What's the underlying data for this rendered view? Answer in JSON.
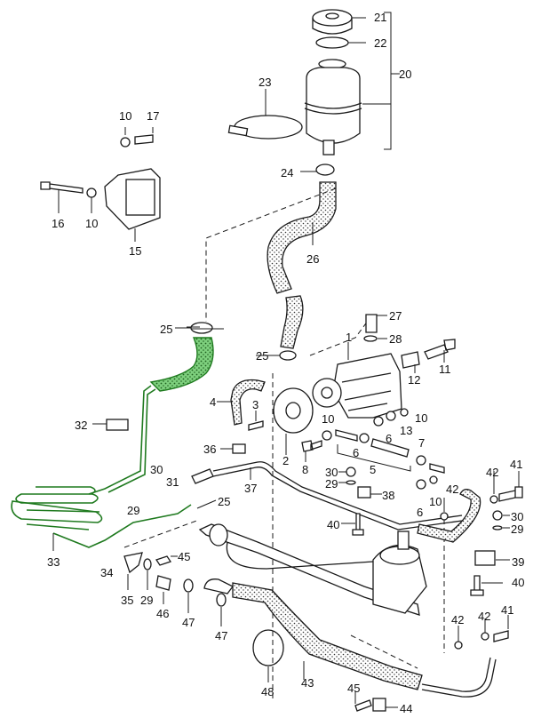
{
  "diagram": {
    "title": "Power steering system exploded parts diagram",
    "highlight_color": "#1f7a1f",
    "ink_color": "#1a1a1a",
    "labels": [
      {
        "id": "l21",
        "text": "21"
      },
      {
        "id": "l22",
        "text": "22"
      },
      {
        "id": "l20",
        "text": "20"
      },
      {
        "id": "l23",
        "text": "23"
      },
      {
        "id": "l24",
        "text": "24"
      },
      {
        "id": "l26",
        "text": "26"
      },
      {
        "id": "l10a",
        "text": "10"
      },
      {
        "id": "l17",
        "text": "17"
      },
      {
        "id": "l16",
        "text": "16"
      },
      {
        "id": "l10b",
        "text": "10"
      },
      {
        "id": "l15",
        "text": "15"
      },
      {
        "id": "l25a",
        "text": "25"
      },
      {
        "id": "l27",
        "text": "27"
      },
      {
        "id": "l28",
        "text": "28"
      },
      {
        "id": "l25b",
        "text": "25"
      },
      {
        "id": "l1",
        "text": "1"
      },
      {
        "id": "l11",
        "text": "11"
      },
      {
        "id": "l12",
        "text": "12"
      },
      {
        "id": "l4",
        "text": "4"
      },
      {
        "id": "l3",
        "text": "3"
      },
      {
        "id": "l10c",
        "text": "10"
      },
      {
        "id": "l10d",
        "text": "10"
      },
      {
        "id": "l13",
        "text": "13"
      },
      {
        "id": "l6a",
        "text": "6"
      },
      {
        "id": "l6b",
        "text": "6"
      },
      {
        "id": "l7",
        "text": "7"
      },
      {
        "id": "l2",
        "text": "2"
      },
      {
        "id": "l8",
        "text": "8"
      },
      {
        "id": "l5",
        "text": "5"
      },
      {
        "id": "l32",
        "text": "32"
      },
      {
        "id": "l36",
        "text": "36"
      },
      {
        "id": "l30a",
        "text": "30"
      },
      {
        "id": "l31",
        "text": "31"
      },
      {
        "id": "l29a",
        "text": "29"
      },
      {
        "id": "l25c",
        "text": "25"
      },
      {
        "id": "l37",
        "text": "37"
      },
      {
        "id": "l30b",
        "text": "30"
      },
      {
        "id": "l29b",
        "text": "29"
      },
      {
        "id": "l38",
        "text": "38"
      },
      {
        "id": "l10e",
        "text": "10"
      },
      {
        "id": "l6c",
        "text": "6"
      },
      {
        "id": "l42a",
        "text": "42"
      },
      {
        "id": "l42b",
        "text": "42"
      },
      {
        "id": "l41a",
        "text": "41"
      },
      {
        "id": "l30c",
        "text": "30"
      },
      {
        "id": "l29c",
        "text": "29"
      },
      {
        "id": "l39",
        "text": "39"
      },
      {
        "id": "l40a",
        "text": "40"
      },
      {
        "id": "l40b",
        "text": "40"
      },
      {
        "id": "l33",
        "text": "33"
      },
      {
        "id": "l34",
        "text": "34"
      },
      {
        "id": "l45a",
        "text": "45"
      },
      {
        "id": "l35",
        "text": "35"
      },
      {
        "id": "l29d",
        "text": "29"
      },
      {
        "id": "l46",
        "text": "46"
      },
      {
        "id": "l47a",
        "text": "47"
      },
      {
        "id": "l47b",
        "text": "47"
      },
      {
        "id": "l42c",
        "text": "42"
      },
      {
        "id": "l42d",
        "text": "42"
      },
      {
        "id": "l41b",
        "text": "41"
      },
      {
        "id": "l48",
        "text": "48"
      },
      {
        "id": "l43",
        "text": "43"
      },
      {
        "id": "l45b",
        "text": "45"
      },
      {
        "id": "l44",
        "text": "44"
      }
    ]
  }
}
